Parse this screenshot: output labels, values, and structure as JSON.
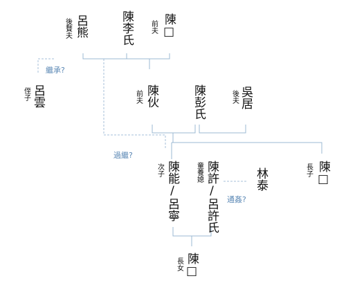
{
  "persons": {
    "lv_xiong": {
      "name": "呂熊",
      "role": "後贅夫"
    },
    "chen_li": {
      "name": "陳李氏"
    },
    "chen_box1": {
      "name": "陳□",
      "role": "前夫"
    },
    "lv_yun": {
      "name": "呂雲",
      "role": "侄子"
    },
    "chen_huo": {
      "name": "陳伙",
      "role": "前夫"
    },
    "chen_peng": {
      "name": "陳彭氏"
    },
    "wu_ju": {
      "name": "吳居",
      "role": "後夫"
    },
    "chen_neng": {
      "name": "陳能/呂寧",
      "role": "次子"
    },
    "chen_xu": {
      "name": "陳許/呂許氏",
      "role": "童養媳"
    },
    "lin_tai": {
      "name": "林泰"
    },
    "chen_box2": {
      "name": "陳□",
      "role": "長子"
    },
    "chen_box3": {
      "name": "陳□",
      "role": "長女"
    }
  },
  "annotations": {
    "inherit": "繼承?",
    "adopt": "過繼?",
    "adultery": "通姦?"
  },
  "colors": {
    "line": "#9bb8d3",
    "dashed": "#a6bfd8",
    "note": "#5b88b5"
  }
}
